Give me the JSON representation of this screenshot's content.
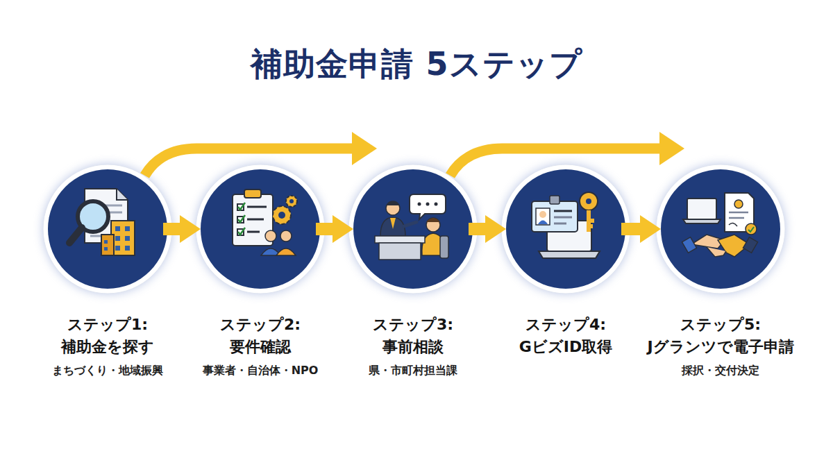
{
  "diagram": {
    "title": "補助金申請 5ステップ",
    "nodes": [
      {
        "text": [
          "ステップ1:",
          "補助金を探す",
          "まちづくり・地域振興"
        ]
      },
      {
        "text": [
          "ステップ2:",
          "要件確認",
          "事業者・自治体・NPO"
        ]
      },
      {
        "text": [
          "ステップ3:",
          "事前相談",
          "県・市町村担当課"
        ]
      },
      {
        "text": [
          "ステップ4:",
          "GビズID取得"
        ]
      },
      {
        "text": [
          "ステップ5:",
          "Jグランツで電子申請",
          "採択・交付決定"
        ]
      }
    ],
    "edges": [
      {
        "from": 0,
        "to": 1,
        "arrow": "to"
      },
      {
        "from": 1,
        "to": 2,
        "arrow": "to"
      },
      {
        "from": 2,
        "to": 3,
        "arrow": "to"
      },
      {
        "from": 3,
        "to": 4,
        "arrow": "to"
      },
      {
        "from": 0,
        "to": 2,
        "arrow": "to"
      },
      {
        "from": 2,
        "to": 4,
        "arrow": "to"
      }
    ]
  }
}
